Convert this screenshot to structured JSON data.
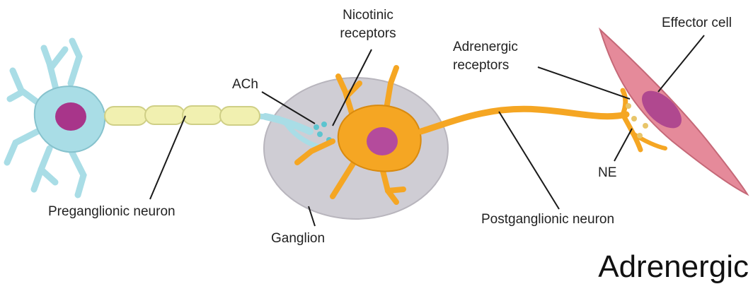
{
  "labels": {
    "nicotinic_line1": "Nicotinic",
    "nicotinic_line2": "receptors",
    "effector_cell": "Effector cell",
    "adrenergic_receptors_line1": "Adrenergic",
    "adrenergic_receptors_line2": "receptors",
    "ach": "ACh",
    "ne": "NE",
    "preganglionic_neuron": "Preganglionic neuron",
    "ganglion": "Ganglion",
    "postganglionic_neuron": "Postganglionic neuron"
  },
  "caption": "Adrenergic",
  "colors": {
    "preganglionic_cell": "#a9dde6",
    "preganglionic_nucleus": "#a8358a",
    "myelin": "#f1f0b0",
    "ganglion": "#cfcdd4",
    "postganglionic_cell": "#f5a623",
    "postganglionic_nucleus": "#b44b9c",
    "effector_cell": "#e58a9a",
    "effector_nucleus": "#b0488f",
    "receptor_dot": "#5cc4cf",
    "ne_vesicle": "#e8c56a"
  }
}
